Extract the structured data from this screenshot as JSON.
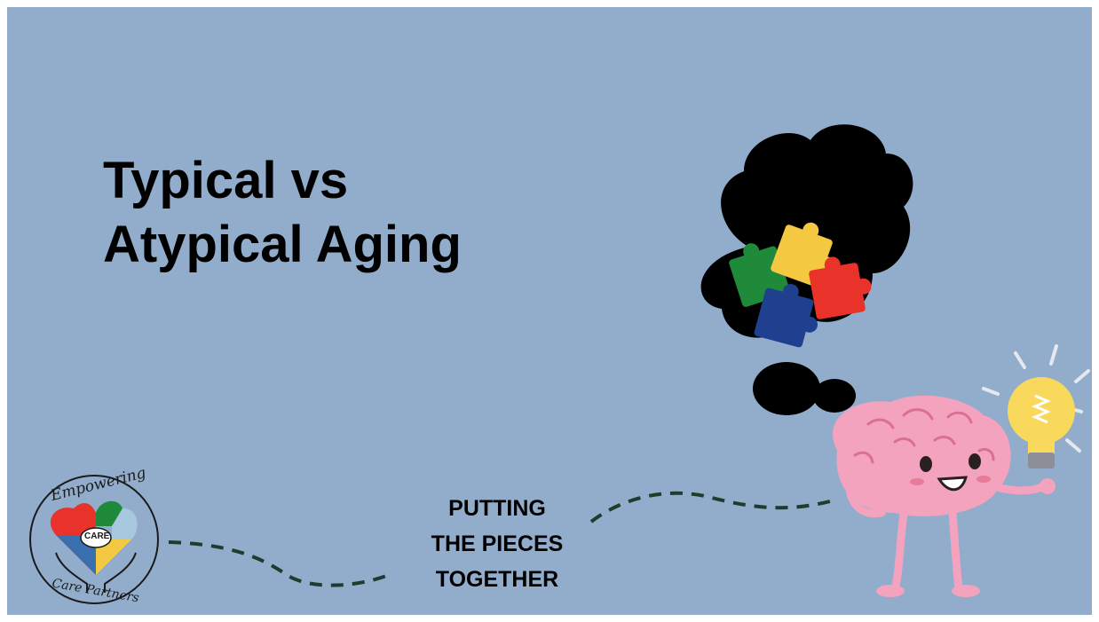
{
  "slide": {
    "title_line1": "Typical vs",
    "title_line2": "Atypical Aging",
    "tagline_line1": "PUTTING",
    "tagline_line2": "THE PIECES",
    "tagline_line3": "TOGETHER"
  },
  "logo": {
    "top_text": "Empowering",
    "center_text": "CARE",
    "bottom_text": "Care Partners"
  },
  "icons": [
    "thought-cloud-icon",
    "puzzle-pieces-icon",
    "brain-character-icon",
    "lightbulb-icon",
    "logo-heart-icon",
    "hands-icon"
  ],
  "colors": {
    "background": "#92adcb",
    "path_dash": "#1f3d2e",
    "puzzle_green": "#1f8a3a",
    "puzzle_yellow": "#f5c842",
    "puzzle_red": "#e8322a",
    "puzzle_blue": "#1f3f8f",
    "brain_pink": "#f3a3bd",
    "bulb_yellow": "#f9d95b"
  }
}
